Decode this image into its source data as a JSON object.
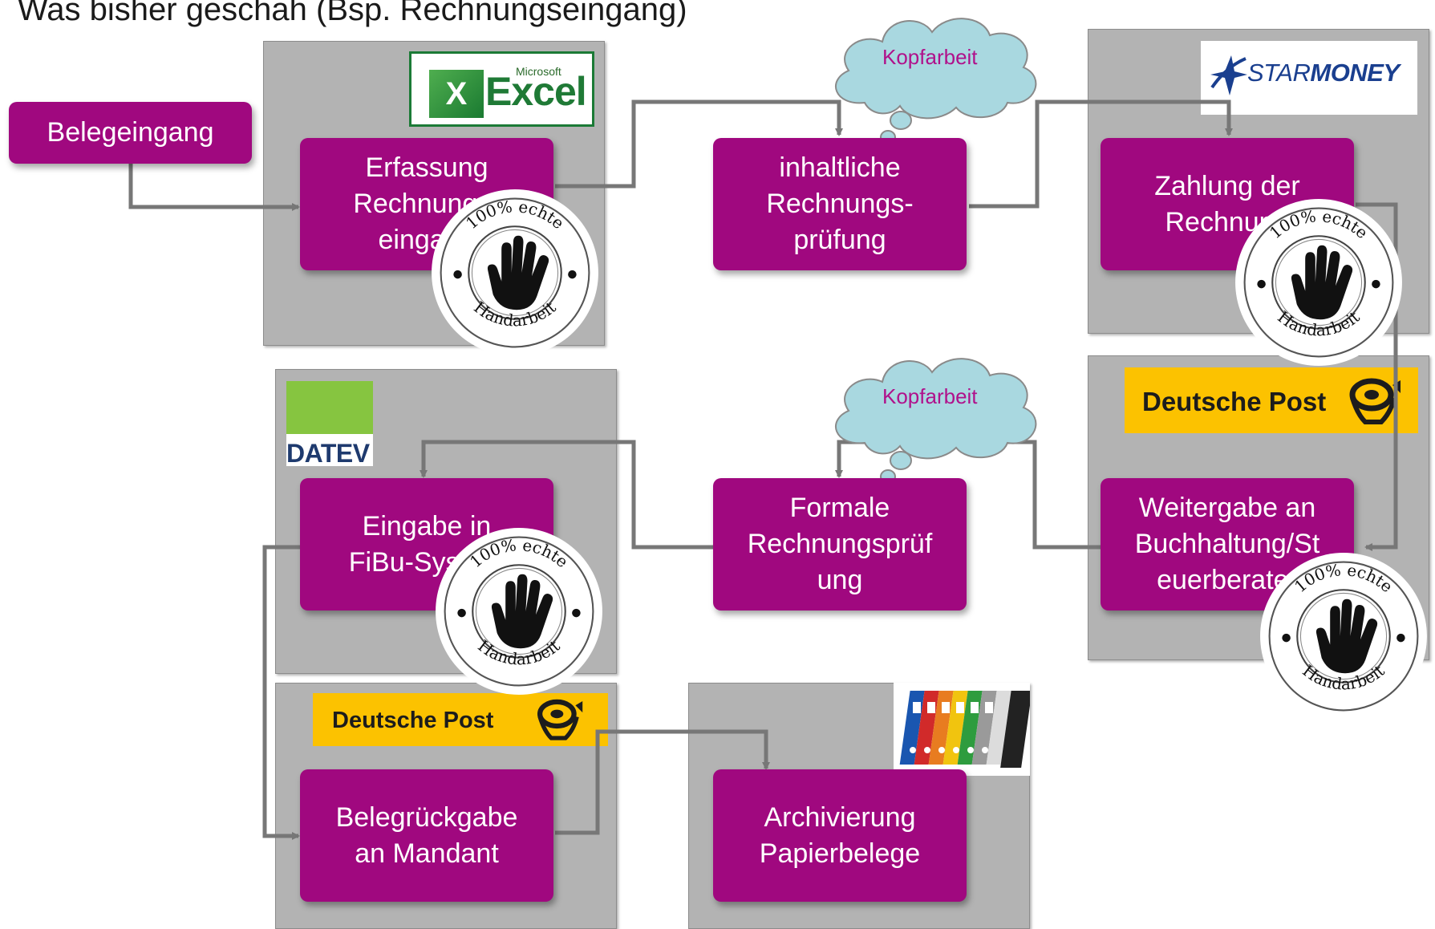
{
  "title": "Was bisher geschah (Bsp. Rechnungseingang)",
  "steps": {
    "belegeingang": "Belegeingang",
    "erfassung": "Erfassung\nRechnungs-\neingang",
    "pruefung": "inhaltliche\nRechnungs-\nprüfung",
    "zahlung": "Zahlung der\nRechnung",
    "eingabe": "Eingabe in\nFiBu-System",
    "formale": "Formale\nRechnungsprüf\nung",
    "weitergabe": "Weitergabe an\nBuchhaltung/St\neuerberater",
    "rueckgabe": "Belegrückgabe\nan Mandant",
    "archivierung": "Archivierung\nPapierbelege"
  },
  "clouds": {
    "top": "Kopfarbeit",
    "middle": "Kopfarbeit"
  },
  "logos": {
    "excel_small": "Microsoft",
    "excel": "Excel",
    "starmoney_light": "STAR",
    "starmoney_bold": "MONEY",
    "deutsche_post": "Deutsche Post",
    "datev": "DATEV"
  },
  "stamp": {
    "top_text": "100% echte",
    "bottom_text": "Handarbeit",
    "icon": "hand-icon"
  },
  "colors": {
    "box": "#a0087f",
    "panel": "#b3b3b3",
    "cloud": "#a9d8e0",
    "cloud_text": "#b0118b",
    "post_yellow": "#fcc200",
    "datev_green": "#86c540"
  }
}
